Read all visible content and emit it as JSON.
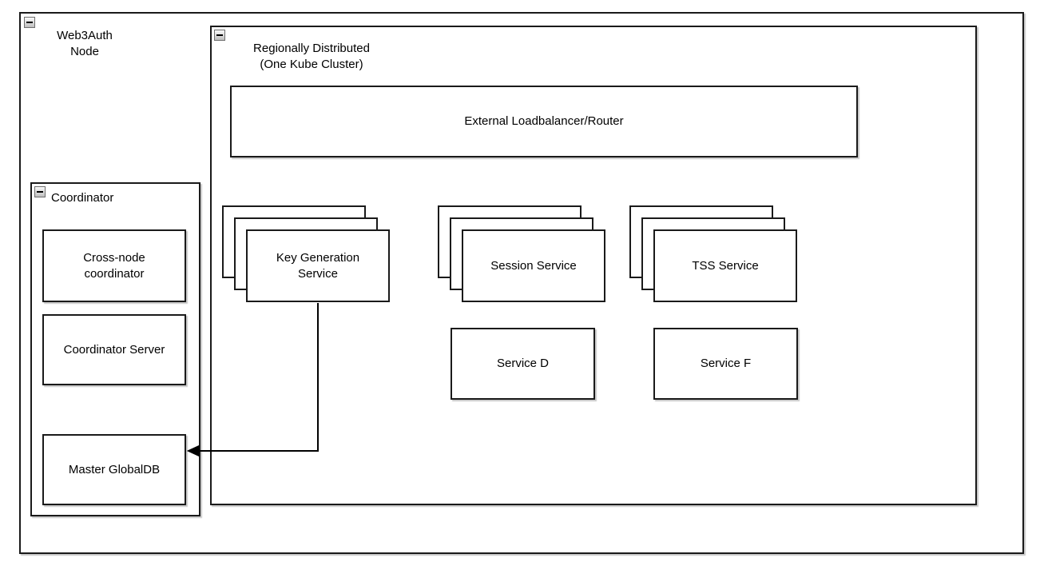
{
  "canvas": {
    "background_color": "#ffffff",
    "stroke_color": "#1a1a1a"
  },
  "icons": {
    "collapse": "minus"
  },
  "web3auth_node": {
    "label": "Web3Auth\nNode",
    "collapsible": true,
    "regionally_distributed": {
      "label": "Regionally Distributed\n(One Kube Cluster)",
      "collapsible": true,
      "loadbalancer": {
        "label": "External Loadbalancer/Router"
      },
      "stacks": [
        {
          "label": "Key Generation\nService",
          "copies": 3
        },
        {
          "label": "Session Service",
          "copies": 3
        },
        {
          "label": "TSS Service",
          "copies": 3
        }
      ],
      "services": [
        {
          "label": "Service D"
        },
        {
          "label": "Service F"
        }
      ]
    },
    "coordinator": {
      "label": "Coordinator",
      "collapsible": true,
      "children": [
        {
          "label": "Cross-node\ncoordinator"
        },
        {
          "label": "Coordinator Server"
        },
        {
          "label": "Master GlobalDB"
        }
      ]
    }
  },
  "connections": [
    {
      "from": "Key Generation Service",
      "to": "Master GlobalDB",
      "style": "orthogonal",
      "arrowhead": "target"
    }
  ]
}
